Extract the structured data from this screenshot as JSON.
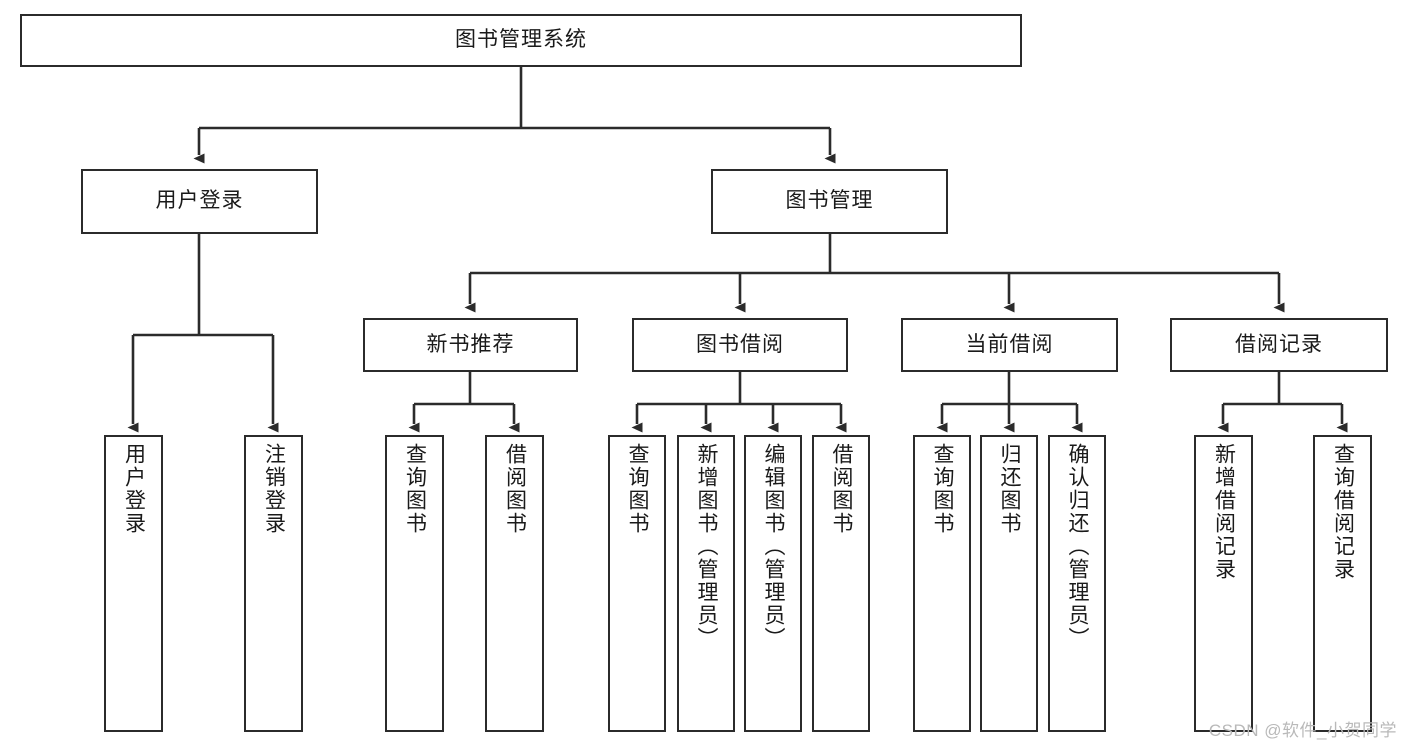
{
  "diagram": {
    "type": "tree-hierarchy",
    "title": "图书管理系统",
    "colors": {
      "box_border": "#2b2b2b",
      "box_fill": "#ffffff",
      "connector": "#2b2b2b",
      "text": "#1a1a1a",
      "watermark": "#b9b9b9",
      "background": "#ffffff"
    },
    "root": {
      "label": "图书管理系统"
    },
    "level2": [
      {
        "id": "user-login",
        "label": "用户登录"
      },
      {
        "id": "book-management",
        "label": "图书管理"
      }
    ],
    "level3": [
      {
        "id": "new-book-recommend",
        "label": "新书推荐",
        "parent": "book-management"
      },
      {
        "id": "book-borrow",
        "label": "图书借阅",
        "parent": "book-management"
      },
      {
        "id": "current-borrow",
        "label": "当前借阅",
        "parent": "book-management"
      },
      {
        "id": "borrow-record",
        "label": "借阅记录",
        "parent": "book-management"
      }
    ],
    "leaves": {
      "user-login": [
        {
          "id": "leaf-user-login",
          "label": "用户登录"
        },
        {
          "id": "leaf-logout-login",
          "label": "注销登录"
        }
      ],
      "new-book-recommend": [
        {
          "id": "leaf-query-book-1",
          "label": "查询图书"
        },
        {
          "id": "leaf-borrow-book-1",
          "label": "借阅图书"
        }
      ],
      "book-borrow": [
        {
          "id": "leaf-query-book-2",
          "label": "查询图书"
        },
        {
          "id": "leaf-add-book-admin",
          "label": "新增图书（管理员）"
        },
        {
          "id": "leaf-edit-book-admin",
          "label": "编辑图书（管理员）"
        },
        {
          "id": "leaf-borrow-book-2",
          "label": "借阅图书"
        }
      ],
      "current-borrow": [
        {
          "id": "leaf-query-book-3",
          "label": "查询图书"
        },
        {
          "id": "leaf-return-book",
          "label": "归还图书"
        },
        {
          "id": "leaf-confirm-return-admin",
          "label": "确认归还（管理员）"
        }
      ],
      "borrow-record": [
        {
          "id": "leaf-add-borrow-record",
          "label": "新增借阅记录"
        },
        {
          "id": "leaf-query-borrow-record",
          "label": "查询借阅记录"
        }
      ]
    },
    "watermark": "CSDN @软件_小贺同学"
  }
}
